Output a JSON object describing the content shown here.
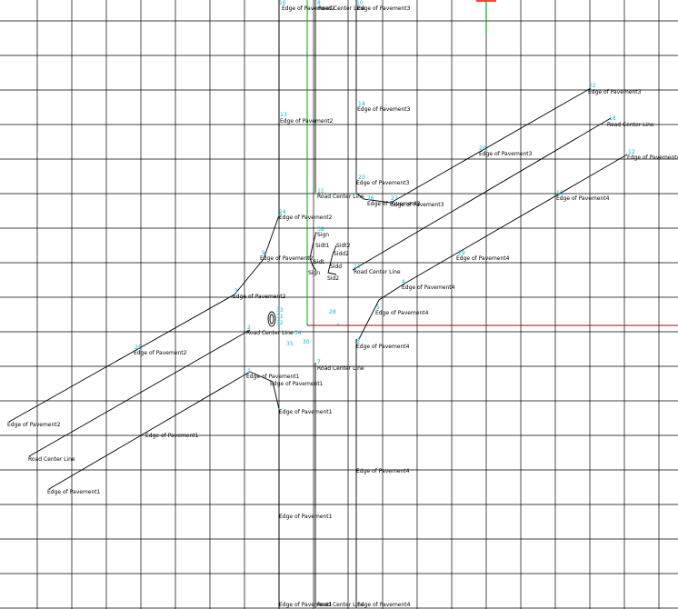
{
  "drawing": {
    "title": "CAD plan view – road intersection survey",
    "colors": {
      "background": "#ffffff",
      "grid": "#000000",
      "linework": "#000000",
      "point_numbers": "#00b7e6",
      "x_axis": "#b00000",
      "y_axis": "#00b000",
      "cursor": "#ff0000"
    },
    "labels": {
      "eop1": "Edge of Pavement1",
      "eop2": "Edge of Pavement2",
      "eop3": "Edge of Pavement3",
      "eop4": "Edge of Pavement4",
      "rcl": "Road Center Line",
      "sign": "Sign",
      "sidt1": "Sidt1",
      "sidt": "Sidt",
      "sidt2": "Sidt2",
      "sid2": "Sid2",
      "sidd": "Sidd",
      "sidd2": "Sidd2"
    },
    "point_numbers": {
      "p1": "16",
      "p2": "8",
      "p3": "10",
      "p4": "14",
      "p5": "13",
      "p6": "22",
      "p7": "18",
      "p8": "20",
      "p9": "12",
      "p10": "23",
      "p11": "11",
      "p12": "16",
      "p13": "26",
      "p14": "27",
      "p15": "24",
      "p16": "38",
      "p17": "9",
      "p18": "29",
      "p19": "21",
      "p20": "4",
      "p21": "3",
      "p22": "5",
      "p23": "2",
      "p24": "6",
      "p25": "25",
      "p26": "7",
      "p27": "1",
      "p28": "28",
      "p29": "34",
      "p30": "35",
      "p31": "30",
      "p32": "33",
      "p33": "31",
      "p34": "32"
    }
  }
}
